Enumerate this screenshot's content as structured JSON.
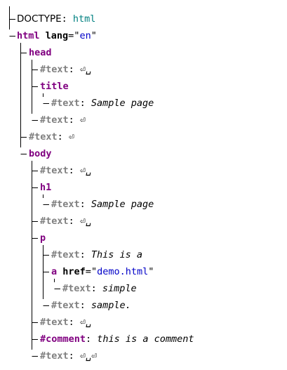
{
  "doctype": {
    "label": "DOCTYPE",
    "value": "html"
  },
  "nodes": [
    {
      "type": "element",
      "name": "html",
      "attr": "lang",
      "attr_value": "en"
    },
    {
      "type": "element",
      "name": "head"
    },
    {
      "type": "text",
      "key": "#text",
      "value": "⏎␣"
    },
    {
      "type": "element",
      "name": "title"
    },
    {
      "type": "text",
      "key": "#text",
      "value": "Sample page"
    },
    {
      "type": "text",
      "key": "#text",
      "value": "⏎"
    },
    {
      "type": "text",
      "key": "#text",
      "value": "⏎"
    },
    {
      "type": "element",
      "name": "body"
    },
    {
      "type": "text",
      "key": "#text",
      "value": "⏎␣"
    },
    {
      "type": "element",
      "name": "h1"
    },
    {
      "type": "text",
      "key": "#text",
      "value": "Sample page"
    },
    {
      "type": "text",
      "key": "#text",
      "value": "⏎␣"
    },
    {
      "type": "element",
      "name": "p"
    },
    {
      "type": "text",
      "key": "#text",
      "value": "This is a"
    },
    {
      "type": "element",
      "name": "a",
      "attr": "href",
      "attr_value": "demo.html"
    },
    {
      "type": "text",
      "key": "#text",
      "value": "simple"
    },
    {
      "type": "text",
      "key": "#text",
      "value": "sample."
    },
    {
      "type": "text",
      "key": "#text",
      "value": "⏎␣"
    },
    {
      "type": "comment",
      "key": "#comment",
      "value": "this is a comment"
    },
    {
      "type": "text",
      "key": "#text",
      "value": "⏎␣⏎"
    }
  ]
}
